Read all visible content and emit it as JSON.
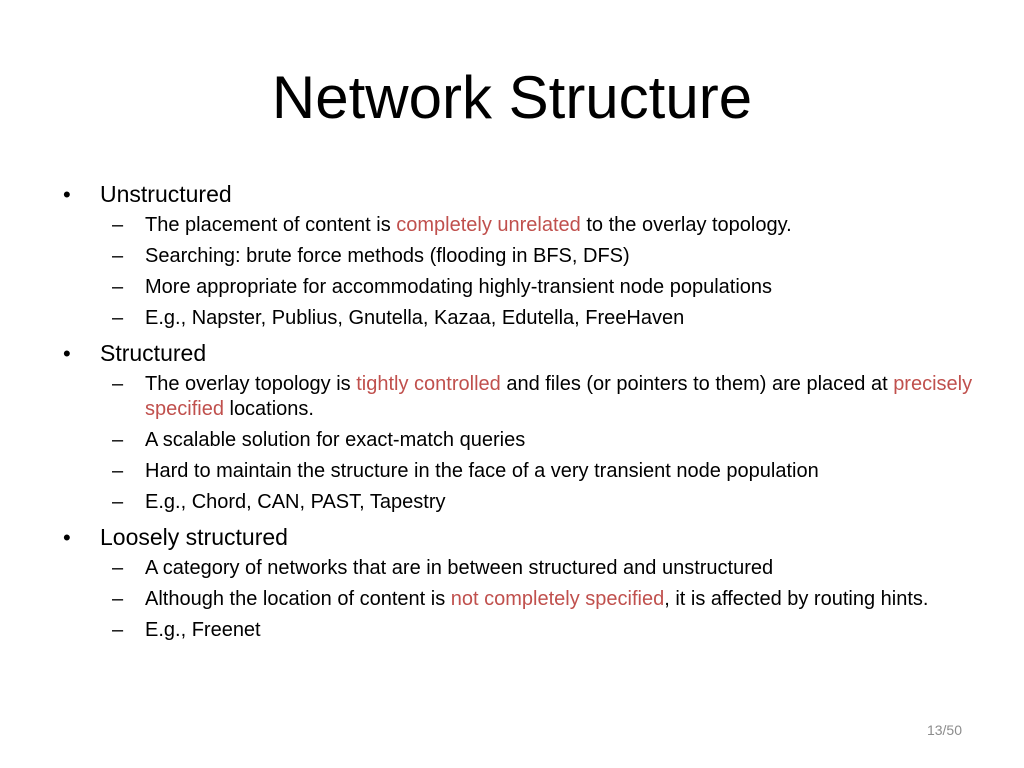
{
  "slide": {
    "title": "Network Structure",
    "page_number": "13/50",
    "highlight_color": "#c0504d",
    "sections": [
      {
        "heading": "Unstructured",
        "items": [
          {
            "before": "The placement of content is ",
            "highlight": "completely unrelated",
            "after": " to the overlay topology."
          },
          {
            "before": "Searching: brute force methods (flooding in BFS, DFS)"
          },
          {
            "before": "More appropriate for accommodating highly-transient node populations"
          },
          {
            "before": "E.g., Napster, Publius, Gnutella, Kazaa, Edutella, FreeHaven"
          }
        ]
      },
      {
        "heading": "Structured",
        "items": [
          {
            "before": "The overlay topology is ",
            "highlight": "tightly controlled",
            "after": " and files (or pointers to them) are placed at ",
            "highlight2": "precisely specified",
            "after2": " locations."
          },
          {
            "before": "A scalable solution for exact-match queries"
          },
          {
            "before": "Hard to maintain the structure in the face of a very transient node population"
          },
          {
            "before": "E.g., Chord, CAN, PAST, Tapestry"
          }
        ]
      },
      {
        "heading": "Loosely structured",
        "items": [
          {
            "before": "A category of networks that are in between structured and unstructured"
          },
          {
            "before": "Although the location of content is ",
            "highlight": "not completely specified",
            "after": ", it is affected by routing hints."
          },
          {
            "before": "E.g., Freenet"
          }
        ]
      }
    ]
  }
}
